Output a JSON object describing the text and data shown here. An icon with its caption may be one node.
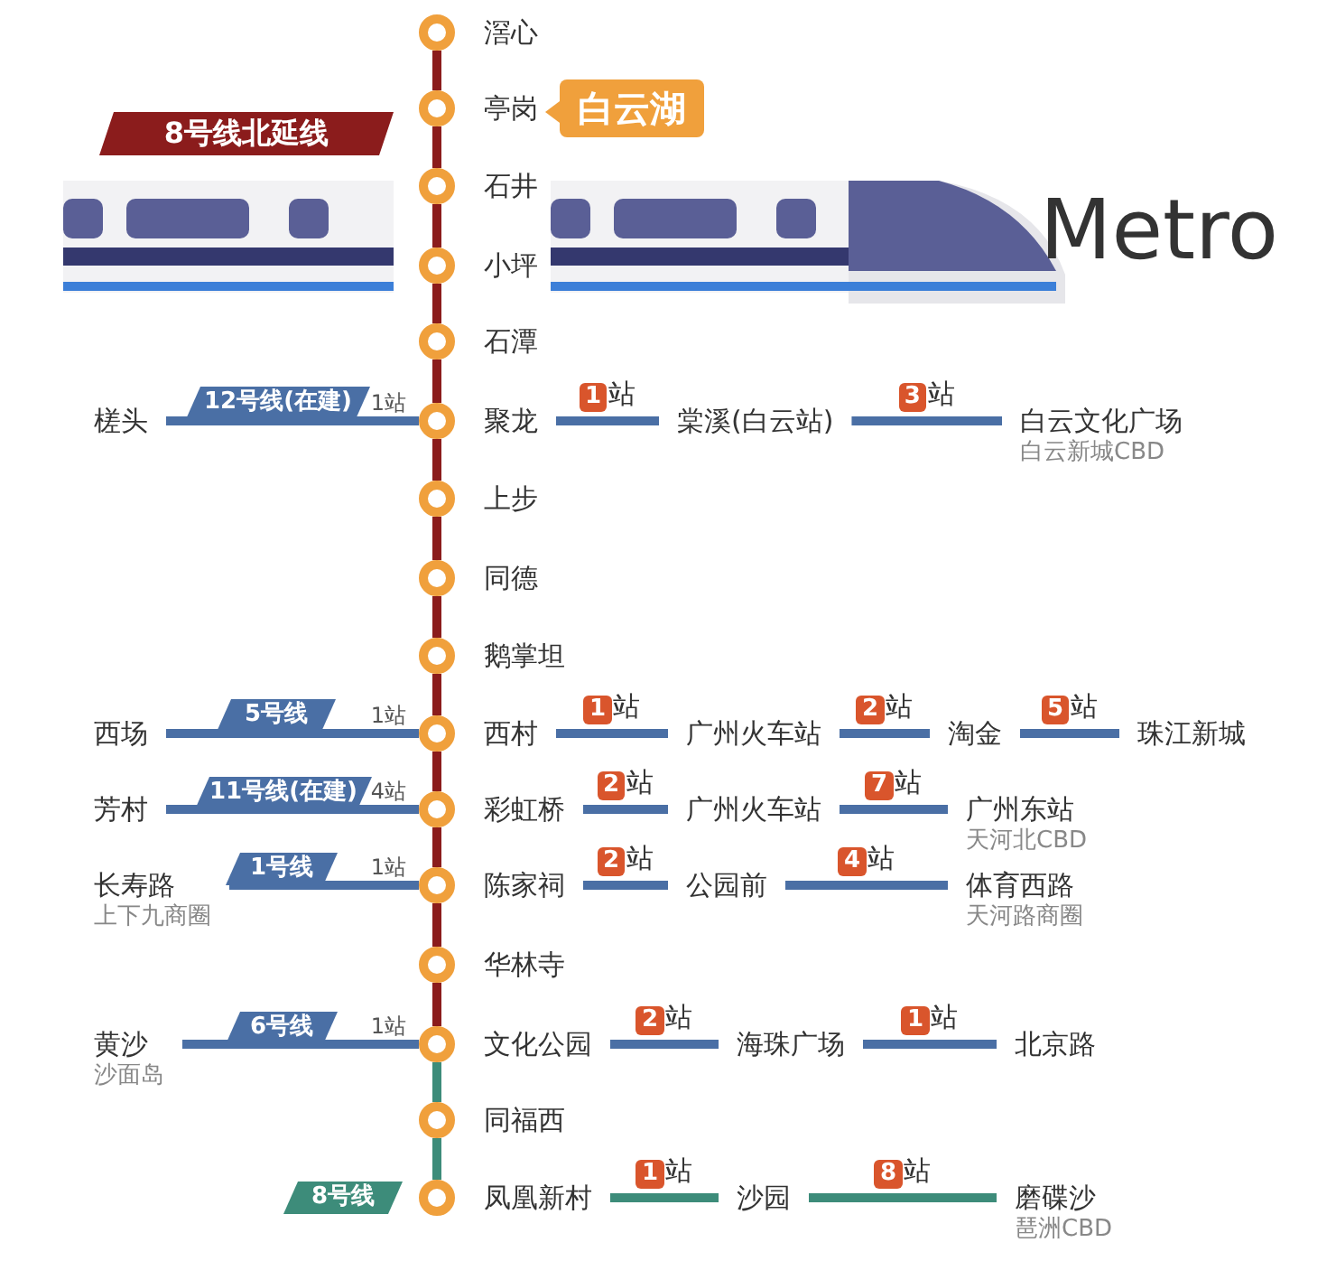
{
  "diagram": {
    "nodes": [
      {
        "text": [
          "滘心"
        ]
      },
      {
        "text": [
          "亭岗"
        ],
        "beside": [
          "白云湖"
        ]
      },
      {
        "text": [
          "石井"
        ]
      },
      {
        "text": [
          "小坪"
        ]
      },
      {
        "text": [
          "石潭"
        ]
      },
      {
        "text": [
          "聚龙"
        ]
      },
      {
        "text": [
          "上步"
        ]
      },
      {
        "text": [
          "同德"
        ]
      },
      {
        "text": [
          "鹅掌坦"
        ]
      },
      {
        "text": [
          "西村"
        ]
      },
      {
        "text": [
          "彩虹桥"
        ]
      },
      {
        "text": [
          "陈家祠"
        ]
      },
      {
        "text": [
          "华林寺"
        ]
      },
      {
        "text": [
          "文化公园"
        ]
      },
      {
        "text": [
          "同福西"
        ]
      },
      {
        "text": [
          "凤凰新村"
        ]
      },
      {
        "text": [
          "槎头"
        ]
      },
      {
        "text": [
          "棠溪(白云站)"
        ]
      },
      {
        "text": [
          "白云文化广场"
        ],
        "beside": [
          "白云新城CBD"
        ]
      },
      {
        "text": [
          "西场"
        ]
      },
      {
        "text": [
          "广州火车站"
        ]
      },
      {
        "text": [
          "淘金"
        ]
      },
      {
        "text": [
          "珠江新城"
        ]
      },
      {
        "text": [
          "芳村"
        ]
      },
      {
        "text": [
          "广州火车站"
        ]
      },
      {
        "text": [
          "广州东站"
        ],
        "beside": [
          "天河北CBD"
        ]
      },
      {
        "text": [
          "长寿路"
        ],
        "beside": [
          "上下九商圈"
        ]
      },
      {
        "text": [
          "公园前"
        ]
      },
      {
        "text": [
          "体育西路"
        ],
        "beside": [
          "天河路商圈"
        ]
      },
      {
        "text": [
          "黄沙"
        ],
        "beside": [
          "沙面岛"
        ]
      },
      {
        "text": [
          "海珠广场"
        ]
      },
      {
        "text": [
          "北京路"
        ]
      },
      {
        "text": [
          "沙园"
        ]
      },
      {
        "text": [
          "磨碟沙"
        ],
        "beside": [
          "琶洲CBD"
        ]
      }
    ],
    "edges": [
      {
        "from": 0,
        "to": 1,
        "arrow": "none",
        "color": "#8b1c1c"
      },
      {
        "from": 1,
        "to": 2,
        "arrow": "none",
        "color": "#8b1c1c"
      },
      {
        "from": 2,
        "to": 3,
        "arrow": "none",
        "color": "#8b1c1c"
      },
      {
        "from": 3,
        "to": 4,
        "arrow": "none",
        "color": "#8b1c1c"
      },
      {
        "from": 4,
        "to": 5,
        "arrow": "none",
        "color": "#8b1c1c"
      },
      {
        "from": 5,
        "to": 6,
        "arrow": "none",
        "color": "#8b1c1c"
      },
      {
        "from": 6,
        "to": 7,
        "arrow": "none",
        "color": "#8b1c1c"
      },
      {
        "from": 7,
        "to": 8,
        "arrow": "none",
        "color": "#8b1c1c"
      },
      {
        "from": 8,
        "to": 9,
        "arrow": "none",
        "color": "#8b1c1c"
      },
      {
        "from": 9,
        "to": 10,
        "arrow": "none",
        "color": "#8b1c1c"
      },
      {
        "from": 10,
        "to": 11,
        "arrow": "none",
        "color": "#8b1c1c"
      },
      {
        "from": 11,
        "to": 12,
        "arrow": "none",
        "color": "#8b1c1c"
      },
      {
        "from": 12,
        "to": 13,
        "arrow": "none",
        "color": "#8b1c1c"
      },
      {
        "from": 13,
        "to": 14,
        "arrow": "none",
        "color": "#3d8c7a"
      },
      {
        "from": 14,
        "to": 15,
        "arrow": "none",
        "color": "#3d8c7a"
      },
      {
        "from": 16,
        "to": 5,
        "arrow": "none",
        "label": "1站"
      },
      {
        "from": 5,
        "to": 17,
        "arrow": "none",
        "label": "1站"
      },
      {
        "from": 17,
        "to": 18,
        "arrow": "none",
        "label": "3站"
      },
      {
        "from": 19,
        "to": 9,
        "arrow": "none",
        "label": "1站"
      },
      {
        "from": 9,
        "to": 20,
        "arrow": "none",
        "label": "1站"
      },
      {
        "from": 20,
        "to": 21,
        "arrow": "none",
        "label": "2站"
      },
      {
        "from": 21,
        "to": 22,
        "arrow": "none",
        "label": "5站"
      },
      {
        "from": 23,
        "to": 10,
        "arrow": "none",
        "label": "4站"
      },
      {
        "from": 10,
        "to": 24,
        "arrow": "none",
        "label": "2站"
      },
      {
        "from": 24,
        "to": 25,
        "arrow": "none",
        "label": "7站"
      },
      {
        "from": 26,
        "to": 11,
        "arrow": "none",
        "label": "1站"
      },
      {
        "from": 11,
        "to": 27,
        "arrow": "none",
        "label": "2站"
      },
      {
        "from": 27,
        "to": 28,
        "arrow": "none",
        "label": "4站"
      },
      {
        "from": 29,
        "to": 13,
        "arrow": "none",
        "label": "1站"
      },
      {
        "from": 13,
        "to": 30,
        "arrow": "none",
        "label": "2站"
      },
      {
        "from": 30,
        "to": 31,
        "arrow": "none",
        "label": "1站"
      },
      {
        "from": 15,
        "to": 32,
        "arrow": "none",
        "label": "1站",
        "color": "#3d8c7a"
      },
      {
        "from": 32,
        "to": 33,
        "arrow": "none",
        "label": "8站",
        "color": "#3d8c7a"
      }
    ],
    "labels": [
      "8号线北延线",
      "Metro",
      "12号线(在建)",
      "5号线",
      "11号线(在建)",
      "1号线",
      "6号线",
      "8号线"
    ]
  }
}
